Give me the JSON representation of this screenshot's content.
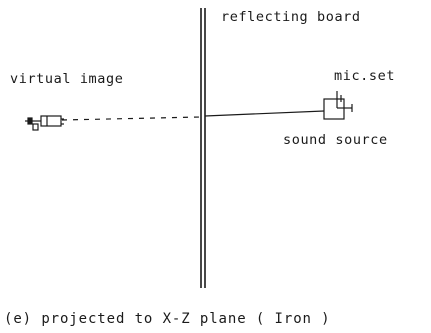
{
  "labels": {
    "board": "reflecting board",
    "virtual_image": "virtual image",
    "mic_set": "mic.set",
    "sound_source": "sound source",
    "caption": "(e) projected to X-Z plane ( Iron )"
  }
}
